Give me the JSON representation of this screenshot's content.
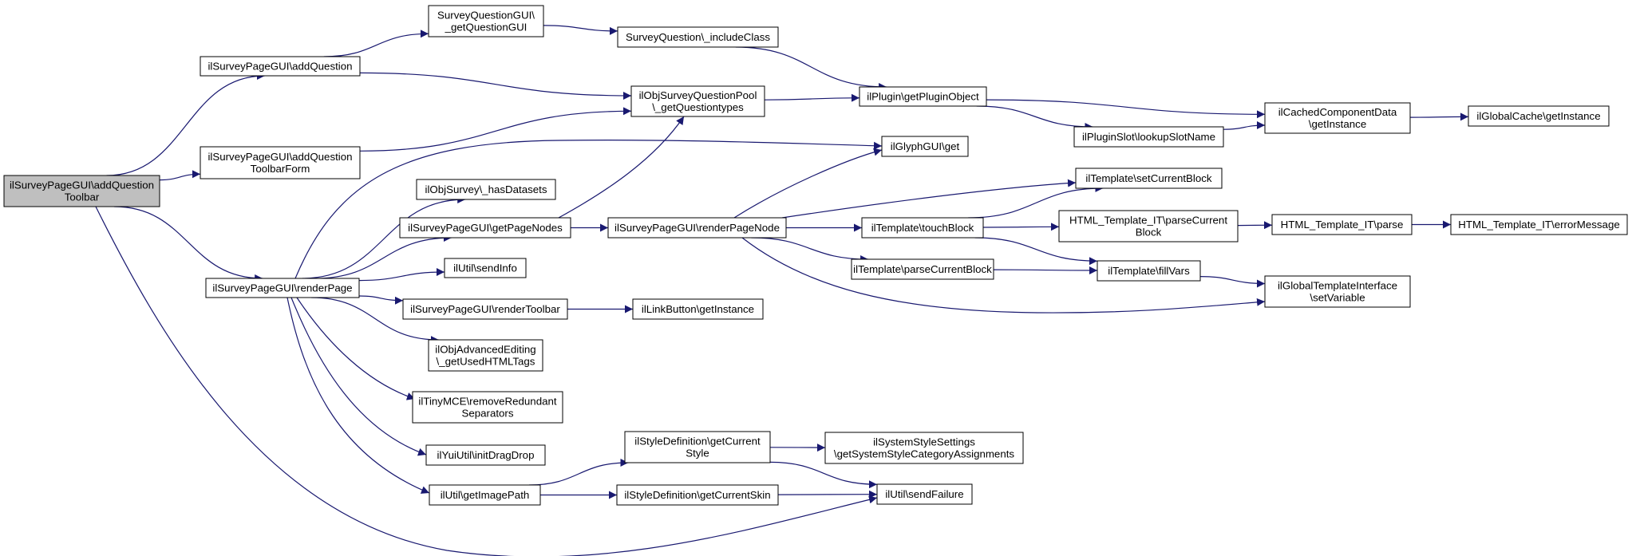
{
  "colors": {
    "edge": "#191970",
    "node_border": "#000000",
    "node_fill": "#ffffff",
    "root_fill": "#bfbfbf",
    "text": "#000000"
  },
  "nodes": [
    {
      "id": "n_root",
      "lines": [
        "ilSurveyPageGUI\\addQuestion",
        "Toolbar"
      ],
      "root": true
    },
    {
      "id": "n_addQuestion",
      "lines": [
        "ilSurveyPageGUI\\addQuestion"
      ]
    },
    {
      "id": "n_addQToolbarForm",
      "lines": [
        "ilSurveyPageGUI\\addQuestion",
        "ToolbarForm"
      ]
    },
    {
      "id": "n_renderPage",
      "lines": [
        "ilSurveyPageGUI\\renderPage"
      ]
    },
    {
      "id": "n_sqgui_getQuestionGUI",
      "lines": [
        "SurveyQuestionGUI\\",
        "_getQuestionGUI"
      ]
    },
    {
      "id": "n_pool_getQuestiontypes",
      "lines": [
        "ilObjSurveyQuestionPool",
        "\\_getQuestiontypes"
      ]
    },
    {
      "id": "n_glyph_get",
      "lines": [
        "ilGlyphGUI\\get"
      ]
    },
    {
      "id": "n_hasDatasets",
      "lines": [
        "ilObjSurvey\\_hasDatasets"
      ]
    },
    {
      "id": "n_getPageNodes",
      "lines": [
        "ilSurveyPageGUI\\getPageNodes"
      ]
    },
    {
      "id": "n_sendInfo",
      "lines": [
        "ilUtil\\sendInfo"
      ]
    },
    {
      "id": "n_renderToolbar",
      "lines": [
        "ilSurveyPageGUI\\renderToolbar"
      ]
    },
    {
      "id": "n_usedHTMLTags",
      "lines": [
        "ilObjAdvancedEditing",
        "\\_getUsedHTMLTags"
      ]
    },
    {
      "id": "n_removeRedundant",
      "lines": [
        "ilTinyMCE\\removeRedundant",
        "Separators"
      ]
    },
    {
      "id": "n_initDragDrop",
      "lines": [
        "ilYuiUtil\\initDragDrop"
      ]
    },
    {
      "id": "n_getImagePath",
      "lines": [
        "ilUtil\\getImagePath"
      ]
    },
    {
      "id": "n_sendFailure",
      "lines": [
        "ilUtil\\sendFailure"
      ]
    },
    {
      "id": "n_sq_includeClass",
      "lines": [
        "SurveyQuestion\\_includeClass"
      ]
    },
    {
      "id": "n_getPluginObject",
      "lines": [
        "ilPlugin\\getPluginObject"
      ]
    },
    {
      "id": "n_cached_getInstance",
      "lines": [
        "ilCachedComponentData",
        "\\getInstance"
      ]
    },
    {
      "id": "n_lookupSlotName",
      "lines": [
        "ilPluginSlot\\lookupSlotName"
      ]
    },
    {
      "id": "n_globalcache_getInstance",
      "lines": [
        "ilGlobalCache\\getInstance"
      ]
    },
    {
      "id": "n_renderPageNode",
      "lines": [
        "ilSurveyPageGUI\\renderPageNode"
      ]
    },
    {
      "id": "n_setCurrentBlock",
      "lines": [
        "ilTemplate\\setCurrentBlock"
      ]
    },
    {
      "id": "n_touchBlock",
      "lines": [
        "ilTemplate\\touchBlock"
      ]
    },
    {
      "id": "n_parseCurrentBlock",
      "lines": [
        "ilTemplate\\parseCurrentBlock"
      ]
    },
    {
      "id": "n_fillVars",
      "lines": [
        "ilTemplate\\fillVars"
      ]
    },
    {
      "id": "n_it_parseCurrentBlock",
      "lines": [
        "HTML_Template_IT\\parseCurrent",
        "Block"
      ]
    },
    {
      "id": "n_it_parse",
      "lines": [
        "HTML_Template_IT\\parse"
      ]
    },
    {
      "id": "n_it_errorMessage",
      "lines": [
        "HTML_Template_IT\\errorMessage"
      ]
    },
    {
      "id": "n_setVariable",
      "lines": [
        "ilGlobalTemplateInterface",
        "\\setVariable"
      ]
    },
    {
      "id": "n_linkbutton_getInstance",
      "lines": [
        "ilLinkButton\\getInstance"
      ]
    },
    {
      "id": "n_style_getCurrentStyle",
      "lines": [
        "ilStyleDefinition\\getCurrent",
        "Style"
      ]
    },
    {
      "id": "n_style_getCurrentSkin",
      "lines": [
        "ilStyleDefinition\\getCurrentSkin"
      ]
    },
    {
      "id": "n_systemStyleSettings",
      "lines": [
        "ilSystemStyleSettings",
        "\\getSystemStyleCategoryAssignments"
      ]
    }
  ],
  "edges": [
    [
      "n_root",
      "n_addQuestion"
    ],
    [
      "n_root",
      "n_addQToolbarForm"
    ],
    [
      "n_root",
      "n_renderPage"
    ],
    [
      "n_root",
      "n_sendFailure"
    ],
    [
      "n_addQuestion",
      "n_sqgui_getQuestionGUI"
    ],
    [
      "n_addQuestion",
      "n_pool_getQuestiontypes"
    ],
    [
      "n_addQToolbarForm",
      "n_pool_getQuestiontypes"
    ],
    [
      "n_sqgui_getQuestionGUI",
      "n_sq_includeClass"
    ],
    [
      "n_sq_includeClass",
      "n_getPluginObject"
    ],
    [
      "n_pool_getQuestiontypes",
      "n_getPluginObject"
    ],
    [
      "n_getPluginObject",
      "n_cached_getInstance"
    ],
    [
      "n_getPluginObject",
      "n_lookupSlotName"
    ],
    [
      "n_lookupSlotName",
      "n_cached_getInstance"
    ],
    [
      "n_cached_getInstance",
      "n_globalcache_getInstance"
    ],
    [
      "n_renderPage",
      "n_glyph_get"
    ],
    [
      "n_renderPage",
      "n_hasDatasets"
    ],
    [
      "n_renderPage",
      "n_getPageNodes"
    ],
    [
      "n_renderPage",
      "n_sendInfo"
    ],
    [
      "n_renderPage",
      "n_renderToolbar"
    ],
    [
      "n_renderPage",
      "n_usedHTMLTags"
    ],
    [
      "n_renderPage",
      "n_removeRedundant"
    ],
    [
      "n_renderPage",
      "n_initDragDrop"
    ],
    [
      "n_renderPage",
      "n_getImagePath"
    ],
    [
      "n_getPageNodes",
      "n_pool_getQuestiontypes"
    ],
    [
      "n_getPageNodes",
      "n_renderPageNode"
    ],
    [
      "n_renderPageNode",
      "n_glyph_get"
    ],
    [
      "n_renderPageNode",
      "n_setCurrentBlock"
    ],
    [
      "n_renderPageNode",
      "n_touchBlock"
    ],
    [
      "n_renderPageNode",
      "n_parseCurrentBlock"
    ],
    [
      "n_renderPageNode",
      "n_setVariable"
    ],
    [
      "n_touchBlock",
      "n_setCurrentBlock"
    ],
    [
      "n_touchBlock",
      "n_it_parseCurrentBlock"
    ],
    [
      "n_touchBlock",
      "n_fillVars"
    ],
    [
      "n_parseCurrentBlock",
      "n_fillVars"
    ],
    [
      "n_fillVars",
      "n_setVariable"
    ],
    [
      "n_it_parseCurrentBlock",
      "n_it_parse"
    ],
    [
      "n_it_parse",
      "n_it_errorMessage"
    ],
    [
      "n_renderToolbar",
      "n_linkbutton_getInstance"
    ],
    [
      "n_getImagePath",
      "n_style_getCurrentStyle"
    ],
    [
      "n_getImagePath",
      "n_style_getCurrentSkin"
    ],
    [
      "n_style_getCurrentStyle",
      "n_systemStyleSettings"
    ],
    [
      "n_style_getCurrentStyle",
      "n_sendFailure"
    ],
    [
      "n_style_getCurrentSkin",
      "n_sendFailure"
    ]
  ]
}
